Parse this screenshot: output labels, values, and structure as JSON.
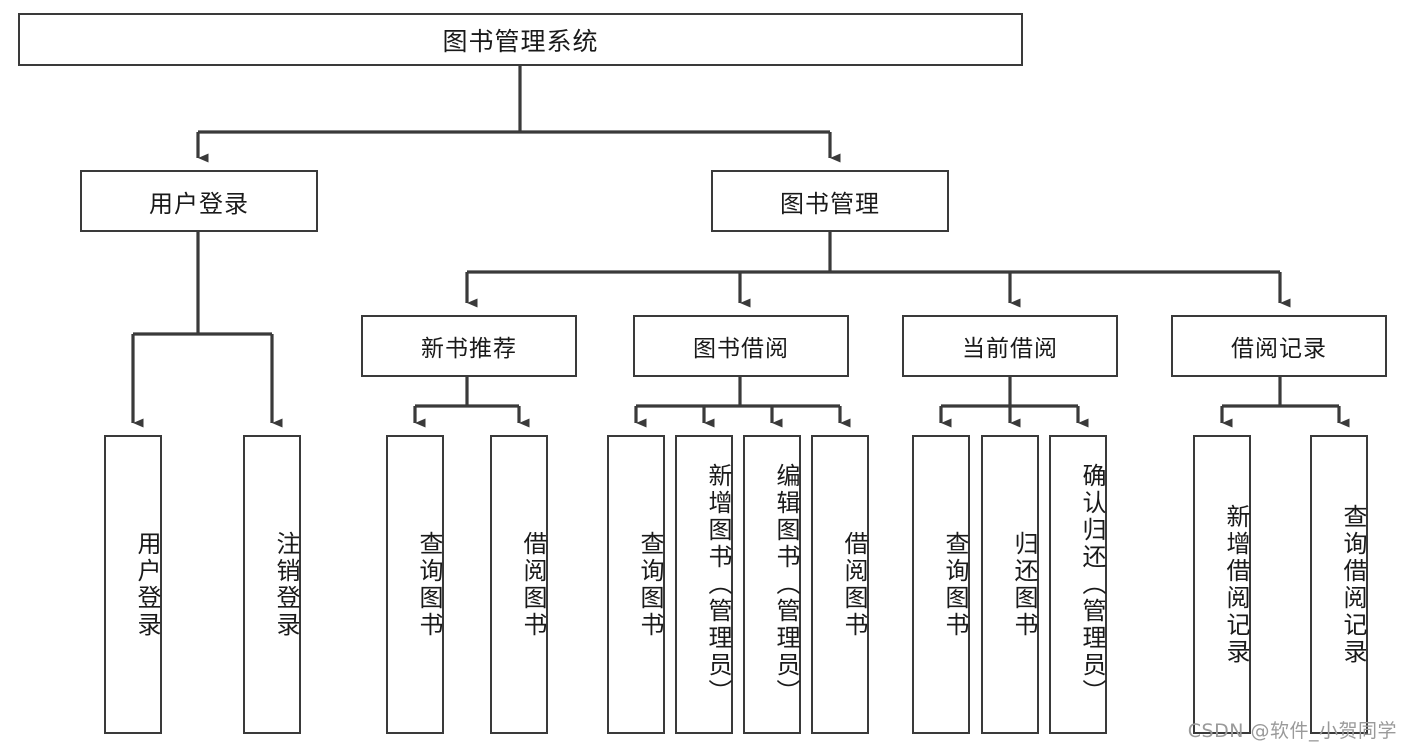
{
  "diagram": {
    "title": "图书管理系统",
    "type": "tree-hierarchy",
    "root": {
      "label": "图书管理系统"
    },
    "level2": [
      {
        "label": "用户登录"
      },
      {
        "label": "图书管理"
      }
    ],
    "level3": [
      {
        "label": "新书推荐"
      },
      {
        "label": "图书借阅"
      },
      {
        "label": "当前借阅"
      },
      {
        "label": "借阅记录"
      }
    ],
    "leaves": [
      {
        "label": "用户登录",
        "parent": "用户登录"
      },
      {
        "label": "注销登录",
        "parent": "用户登录"
      },
      {
        "label": "查询图书",
        "parent": "新书推荐"
      },
      {
        "label": "借阅图书",
        "parent": "新书推荐"
      },
      {
        "label": "查询图书",
        "parent": "图书借阅"
      },
      {
        "label": "新增图书（管理员）",
        "parent": "图书借阅"
      },
      {
        "label": "编辑图书（管理员）",
        "parent": "图书借阅"
      },
      {
        "label": "借阅图书",
        "parent": "图书借阅"
      },
      {
        "label": "查询图书",
        "parent": "当前借阅"
      },
      {
        "label": "归还图书",
        "parent": "当前借阅"
      },
      {
        "label": "确认归还（管理员）",
        "parent": "当前借阅"
      },
      {
        "label": "新增借阅记录",
        "parent": "借阅记录"
      },
      {
        "label": "查询借阅记录",
        "parent": "借阅记录"
      }
    ]
  },
  "watermark": {
    "text": "CSDN @软件_小贺同学"
  },
  "colors": {
    "stroke": "#3a3a3a",
    "fill": "#ffffff",
    "text": "#1a1a1a",
    "watermark": "#9a9a9a"
  }
}
